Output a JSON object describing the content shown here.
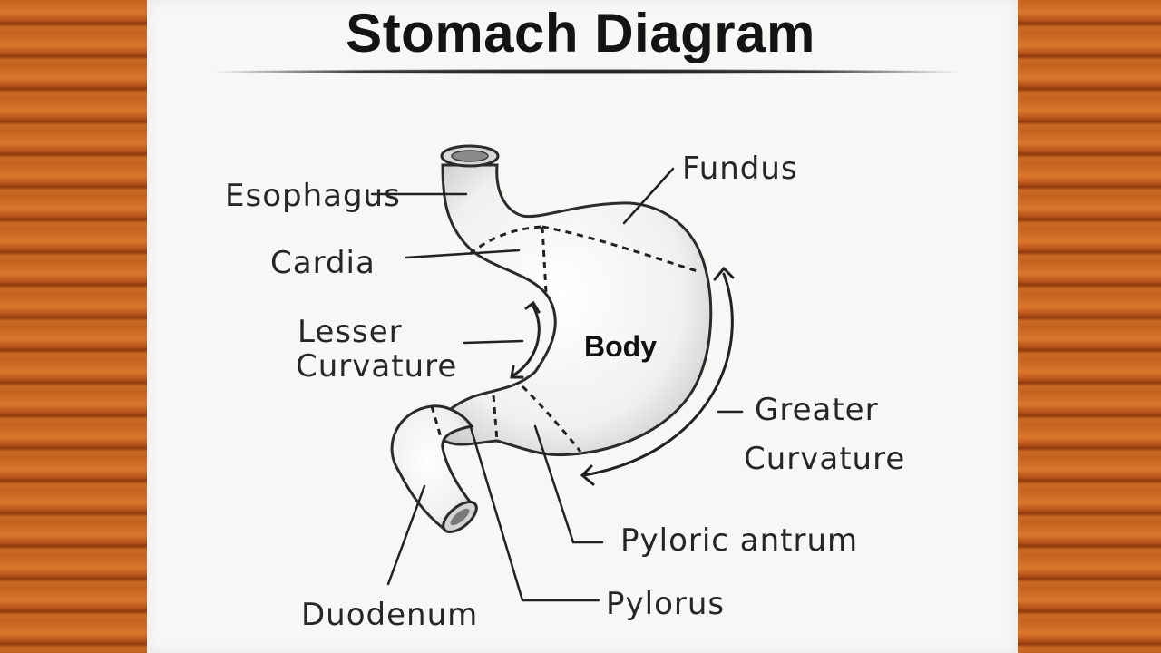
{
  "title": "Stomach Diagram",
  "labels": {
    "esophagus": "Esophagus",
    "fundus": "Fundus",
    "cardia": "Cardia",
    "lesser_curvature_line1": "Lesser",
    "lesser_curvature_line2": "Curvature",
    "body": "Body",
    "greater_curvature_line1": "Greater",
    "greater_curvature_line2": "Curvature",
    "pyloric_antrum": "Pyloric antrum",
    "pylorus": "Pylorus",
    "duodenum": "Duodenum"
  },
  "colors": {
    "paper": "#f7f7f5",
    "ink": "#262626",
    "wood": "#c4621f"
  }
}
